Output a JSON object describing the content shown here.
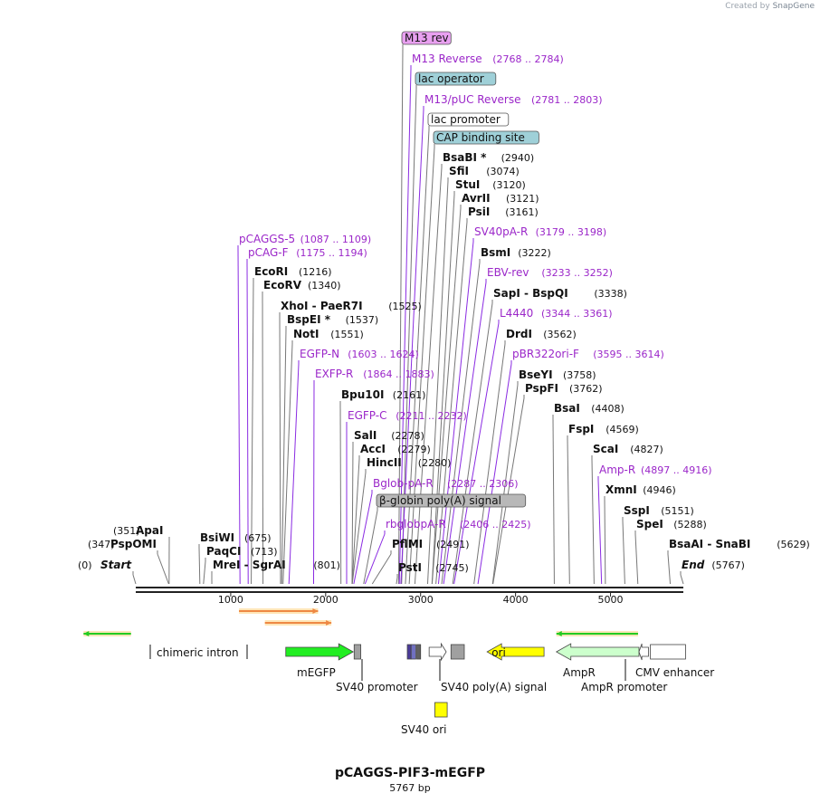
{
  "credit": {
    "text": "Created by",
    "brand": "SnapGene"
  },
  "plasmid": {
    "name": "pCAGGS-PIF3-mEGFP",
    "length_label": "5767 bp"
  },
  "colors": {
    "site": "#111111",
    "primer": "#9b27c9",
    "primer_line": "#8a2be2",
    "backbone": "#222222",
    "yellow": "#ffff00",
    "green": "#22ee22",
    "lightgreen": "#ccffcc",
    "gray": "#a0a0a0",
    "cyan": "#9fd0d8",
    "primer_tag": "#e8a0f0"
  },
  "axis": {
    "ticks": [
      {
        "bp": 1000,
        "label": "1000"
      },
      {
        "bp": 2000,
        "label": "2000"
      },
      {
        "bp": 3000,
        "label": "3000"
      },
      {
        "bp": 4000,
        "label": "4000"
      },
      {
        "bp": 5000,
        "label": "5000"
      }
    ]
  },
  "labels": [
    {
      "kind": "tag",
      "text": "M13 rev",
      "bp": 2768,
      "fill": "#e8a0f0"
    },
    {
      "kind": "primer",
      "text": "M13 Reverse",
      "range": "(2768 .. 2784)",
      "bp": 2776
    },
    {
      "kind": "tag",
      "text": "lac operator",
      "bp": 2800,
      "fill": "#9fd0d8"
    },
    {
      "kind": "primer",
      "text": "M13/pUC Reverse",
      "range": "(2781 .. 2803)",
      "bp": 2792
    },
    {
      "kind": "tag",
      "text": "lac promoter",
      "bp": 2840,
      "fill": "#ffffff"
    },
    {
      "kind": "tag",
      "text": "CAP binding site",
      "bp": 2880,
      "fill": "#9fd0d8"
    },
    {
      "kind": "site",
      "text": "BsaBI *",
      "pos": "(2940)",
      "bp": 2940
    },
    {
      "kind": "site",
      "text": "SfiI",
      "pos": "(3074)",
      "bp": 3074
    },
    {
      "kind": "site",
      "text": "StuI",
      "pos": "(3120)",
      "bp": 3120
    },
    {
      "kind": "site",
      "text": "AvrII",
      "pos": "(3121)",
      "bp": 3121
    },
    {
      "kind": "site",
      "text": "PsiI",
      "pos": "(3161)",
      "bp": 3161
    },
    {
      "kind": "primer",
      "text": "SV40pA-R",
      "range": "(3179 .. 3198)",
      "bp": 3188
    },
    {
      "kind": "site",
      "text": "BsmI",
      "pos": "(3222)",
      "bp": 3222
    },
    {
      "kind": "primer",
      "text": "EBV-rev",
      "range": "(3233 .. 3252)",
      "bp": 3242
    },
    {
      "kind": "site",
      "text": "SapI  - BspQI",
      "pos": "(3338)",
      "bp": 3338
    },
    {
      "kind": "primer",
      "text": "L4440",
      "range": "(3344 .. 3361)",
      "bp": 3352
    },
    {
      "kind": "site",
      "text": "DrdI",
      "pos": "(3562)",
      "bp": 3562
    },
    {
      "kind": "primer",
      "text": "pBR322ori-F",
      "range": "(3595 .. 3614)",
      "bp": 3604
    },
    {
      "kind": "site",
      "text": "BseYI",
      "pos": "(3758)",
      "bp": 3758
    },
    {
      "kind": "site",
      "text": "PspFI",
      "pos": "(3762)",
      "bp": 3762
    },
    {
      "kind": "site",
      "text": "BsaI",
      "pos": "(4408)",
      "bp": 4408
    },
    {
      "kind": "site",
      "text": "FspI",
      "pos": "(4569)",
      "bp": 4569
    },
    {
      "kind": "site",
      "text": "ScaI",
      "pos": "(4827)",
      "bp": 4827
    },
    {
      "kind": "primer",
      "text": "Amp-R",
      "range": "(4897 .. 4916)",
      "bp": 4906
    },
    {
      "kind": "site",
      "text": "XmnI",
      "pos": "(4946)",
      "bp": 4946
    },
    {
      "kind": "site",
      "text": "SspI",
      "pos": "(5151)",
      "bp": 5151
    },
    {
      "kind": "site",
      "text": "SpeI",
      "pos": "(5288)",
      "bp": 5288
    },
    {
      "kind": "site",
      "text": "BsaAI  - SnaBI",
      "pos": "(5629)",
      "bp": 5629
    },
    {
      "kind": "site",
      "text": "End",
      "pos": "(5767)",
      "bp": 5767,
      "italic": true
    },
    {
      "kind": "primer",
      "text": "pCAGGS-5",
      "range": "(1087 .. 1109)",
      "bp": 1098
    },
    {
      "kind": "primer",
      "text": "pCAG-F",
      "range": "(1175 .. 1194)",
      "bp": 1184
    },
    {
      "kind": "site",
      "text": "EcoRI",
      "pos": "(1216)",
      "bp": 1216
    },
    {
      "kind": "site",
      "text": "EcoRV",
      "pos": "(1340)",
      "bp": 1340
    },
    {
      "kind": "site",
      "text": "XhoI  - PaeR7I",
      "pos": "(1525)",
      "bp": 1525
    },
    {
      "kind": "site",
      "text": "BspEI *",
      "pos": "(1537)",
      "bp": 1537
    },
    {
      "kind": "site",
      "text": "NotI",
      "pos": "(1551)",
      "bp": 1551
    },
    {
      "kind": "primer",
      "text": "EGFP-N",
      "range": "(1603 .. 1624)",
      "bp": 1613
    },
    {
      "kind": "primer",
      "text": "EXFP-R",
      "range": "(1864 .. 1883)",
      "bp": 1873
    },
    {
      "kind": "site",
      "text": "Bpu10I",
      "pos": "(2161)",
      "bp": 2161
    },
    {
      "kind": "primer",
      "text": "EGFP-C",
      "range": "(2211 .. 2232)",
      "bp": 2221
    },
    {
      "kind": "site",
      "text": "SalI",
      "pos": "(2278)",
      "bp": 2278
    },
    {
      "kind": "site",
      "text": "AccI",
      "pos": "(2279)",
      "bp": 2279
    },
    {
      "kind": "site",
      "text": "HincII",
      "pos": "(2280)",
      "bp": 2280
    },
    {
      "kind": "primer",
      "text": "Bglob-pA-R",
      "range": "(2287 .. 2306)",
      "bp": 2296
    },
    {
      "kind": "tag",
      "text": "β-globin poly(A) signal",
      "bp": 2400,
      "fill": "#b8b8b8"
    },
    {
      "kind": "primer",
      "text": "rbglobpA-R",
      "range": "(2406 .. 2425)",
      "bp": 2415
    },
    {
      "kind": "site",
      "text": "PflMI",
      "pos": "(2491)",
      "bp": 2491
    },
    {
      "kind": "site",
      "text": "PstI",
      "pos": "(2745)",
      "bp": 2745
    },
    {
      "kind": "site",
      "text": "ApaI",
      "pos": "(351)",
      "bp": 351,
      "left": true
    },
    {
      "kind": "site",
      "text": "PspOMI",
      "pos": "(347)",
      "bp": 347,
      "left": true
    },
    {
      "kind": "site",
      "text": "Start",
      "pos": "(0)",
      "bp": 0,
      "left": true,
      "italic": true
    },
    {
      "kind": "site",
      "text": "BsiWI",
      "pos": "(675)",
      "bp": 675
    },
    {
      "kind": "site",
      "text": "PaqCI",
      "pos": "(713)",
      "bp": 713
    },
    {
      "kind": "site",
      "text": "MreI  - SgrAI",
      "pos": "(801)",
      "bp": 801
    }
  ],
  "features": [
    {
      "name": "chimeric intron",
      "shape": "bracket",
      "from": 130,
      "to": 1220,
      "fill": "#ffffff"
    },
    {
      "name": "mEGFP",
      "shape": "arrow-right",
      "from": 1580,
      "to": 2290,
      "fill": "#22ee22"
    },
    {
      "name": "SV40 promoter",
      "shape": "box",
      "from": 2300,
      "to": 2370,
      "fill": "#a0a0a0"
    },
    {
      "name": "",
      "shape": "box",
      "from": 2860,
      "to": 2890,
      "fill": "#4a3a9a"
    },
    {
      "name": "",
      "shape": "box",
      "from": 2900,
      "to": 2950,
      "fill": "#7070c0"
    },
    {
      "name": "",
      "shape": "box",
      "from": 2960,
      "to": 3000,
      "fill": "#606060"
    },
    {
      "name": "",
      "shape": "arrow-right",
      "from": 3090,
      "to": 3270,
      "fill": "#ffffff"
    },
    {
      "name": "SV40 poly(A) signal",
      "shape": "box",
      "from": 3320,
      "to": 3460,
      "fill": "#a0a0a0"
    },
    {
      "name": "ori",
      "shape": "arrow-left",
      "from": 3700,
      "to": 4300,
      "fill": "#ffff00"
    },
    {
      "name": "AmpR",
      "shape": "arrow-left",
      "from": 4430,
      "to": 5300,
      "fill": "#ccffcc"
    },
    {
      "name": "AmpR promoter",
      "shape": "arrow-left",
      "from": 5300,
      "to": 5400,
      "fill": "#ffffff"
    },
    {
      "name": "CMV enhancer",
      "shape": "box",
      "from": 5420,
      "to": 5790,
      "fill": "#ffffff"
    },
    {
      "name": "SV40 ori",
      "shape": "box",
      "from": 3150,
      "to": 3280,
      "fill": "#ffff00",
      "row": "below"
    }
  ],
  "primer_bars": [
    {
      "from": 1087,
      "to": 1920,
      "dir": "right",
      "color": "#ee8844"
    },
    {
      "from": 1360,
      "to": 2060,
      "dir": "right",
      "color": "#ee8844"
    },
    {
      "from": -550,
      "to": -50,
      "dir": "left",
      "color": "#22cc22"
    },
    {
      "from": 4430,
      "to": 5290,
      "dir": "left",
      "color": "#22cc22"
    }
  ]
}
